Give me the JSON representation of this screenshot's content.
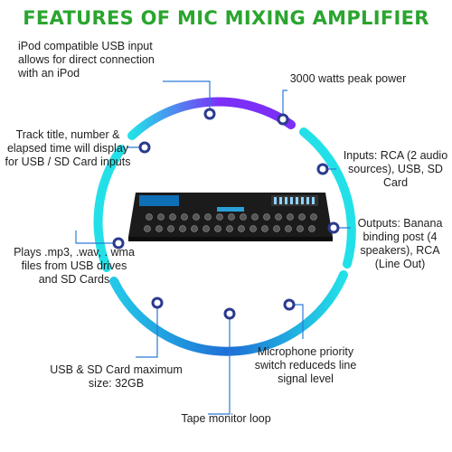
{
  "title": "FEATURES OF MIC MIXING AMPLIFIER",
  "colors": {
    "title": "#2aa52f",
    "ring_purple": "#7b2ff7",
    "ring_cyan": "#23e0e8",
    "ring_blue": "#1f6fd6",
    "dot": "#2b3a8f"
  },
  "features": [
    {
      "text": "iPod compatible USB input allows for direct connection with an iPod"
    },
    {
      "text": "3000 watts peak power"
    },
    {
      "text": "Track title, number & elapsed time will display for USB / SD Card inputs"
    },
    {
      "text": "Inputs: RCA (2 audio sources), USB, SD Card"
    },
    {
      "text": "Outputs: Banana binding post (4 speakers), RCA (Line Out)"
    },
    {
      "text": "Plays .mp3, .wav, . wma files from USB drives and SD Cards"
    },
    {
      "text": "USB & SD Card maximum size: 32GB"
    },
    {
      "text": "Microphone priority switch reduceds line signal level"
    },
    {
      "text": "Tape monitor loop"
    }
  ]
}
